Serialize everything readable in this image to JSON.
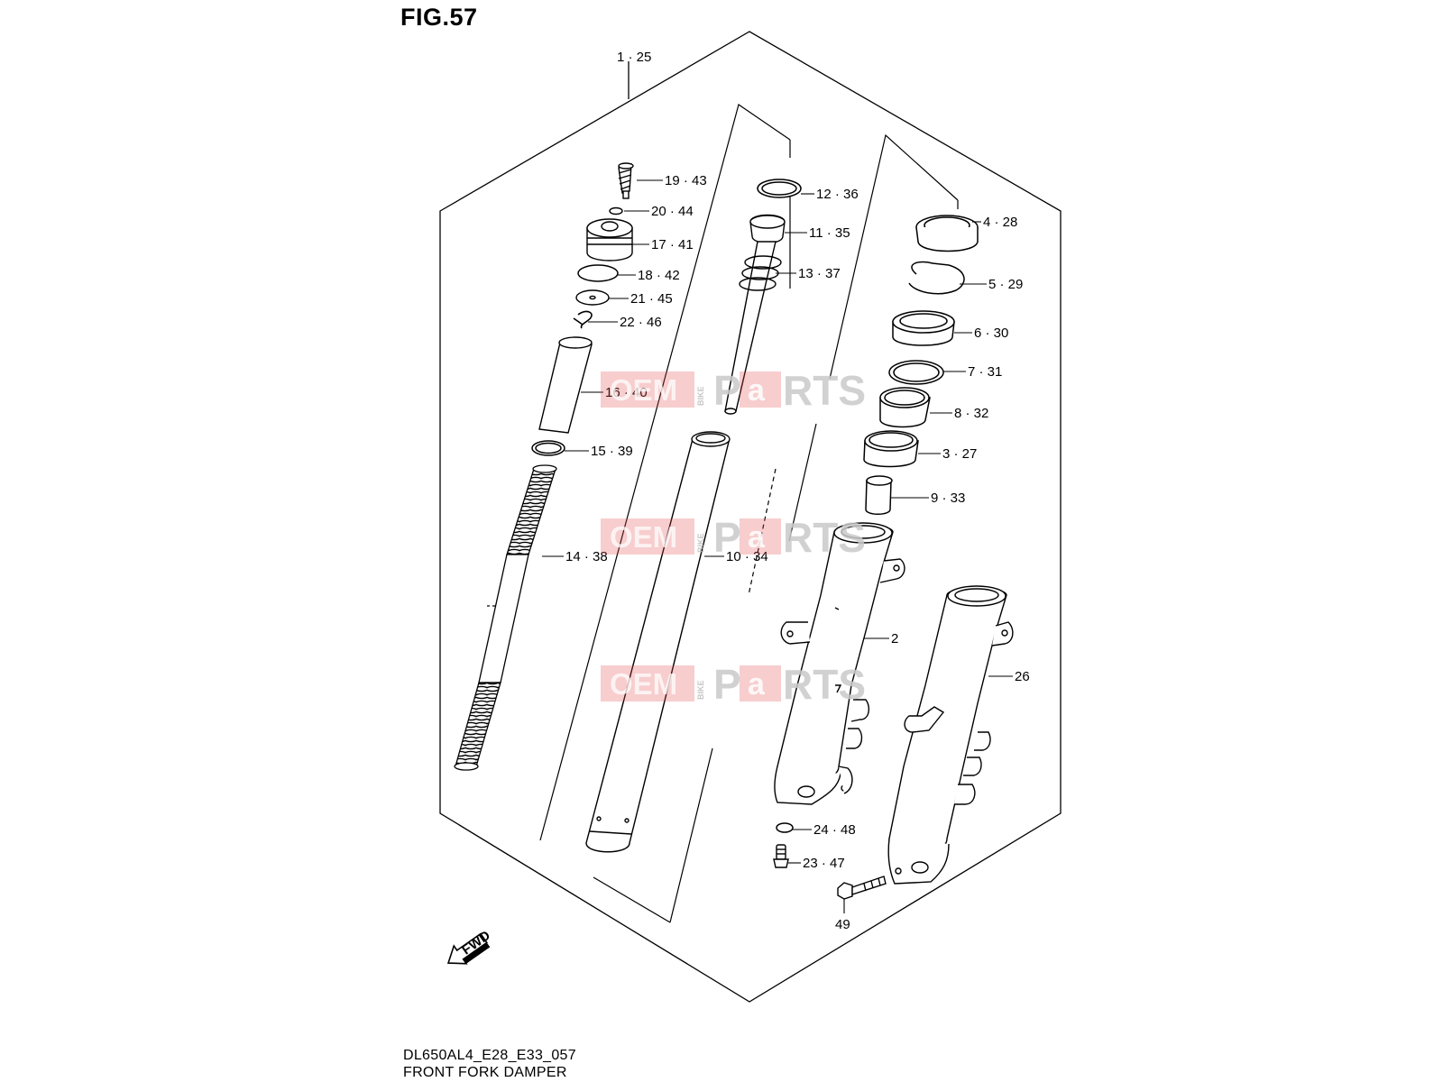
{
  "figure": {
    "title": "FIG.57",
    "code": "DL650AL4_E28_E33_057",
    "caption": "FRONT FORK DAMPER"
  },
  "fwd_label": "FWD",
  "watermark": {
    "oem": "OEM",
    "bike": "BIKE",
    "p": "P",
    "a": "a",
    "rts": "RTS",
    "color": "#e24a4e"
  },
  "callouts": [
    {
      "id": "1-25",
      "text": "1 · 25"
    },
    {
      "id": "19-43",
      "text": "19 · 43"
    },
    {
      "id": "20-44",
      "text": "20 · 44"
    },
    {
      "id": "17-41",
      "text": "17 · 41"
    },
    {
      "id": "18-42",
      "text": "18 · 42"
    },
    {
      "id": "21-45",
      "text": "21 · 45"
    },
    {
      "id": "22-46",
      "text": "22 · 46"
    },
    {
      "id": "16-40",
      "text": "16 · 40"
    },
    {
      "id": "15-39",
      "text": "15 · 39"
    },
    {
      "id": "14-38",
      "text": "14 · 38"
    },
    {
      "id": "12-36",
      "text": "12 · 36"
    },
    {
      "id": "11-35",
      "text": "11 · 35"
    },
    {
      "id": "13-37",
      "text": "13 · 37"
    },
    {
      "id": "10-34",
      "text": "10 · 34"
    },
    {
      "id": "4-28",
      "text": "4 · 28"
    },
    {
      "id": "5-29",
      "text": "5 · 29"
    },
    {
      "id": "6-30",
      "text": "6 · 30"
    },
    {
      "id": "7-31",
      "text": "7 · 31"
    },
    {
      "id": "8-32",
      "text": "8 · 32"
    },
    {
      "id": "3-27",
      "text": "3 · 27"
    },
    {
      "id": "9-33",
      "text": "9 · 33"
    },
    {
      "id": "2",
      "text": "2"
    },
    {
      "id": "26",
      "text": "26"
    },
    {
      "id": "24-48",
      "text": "24 · 48"
    },
    {
      "id": "23-47",
      "text": "23 · 47"
    },
    {
      "id": "49",
      "text": "49"
    }
  ]
}
